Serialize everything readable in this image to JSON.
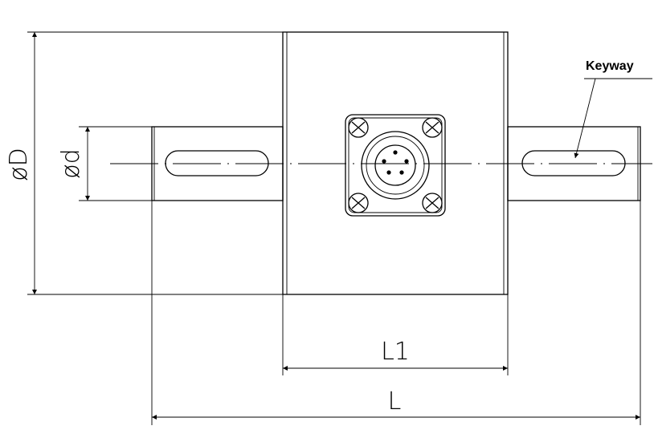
{
  "labels": {
    "outer_diameter": "øD",
    "shaft_diameter": "ød",
    "body_length": "L1",
    "total_length": "L",
    "keyway": "Keyway"
  }
}
